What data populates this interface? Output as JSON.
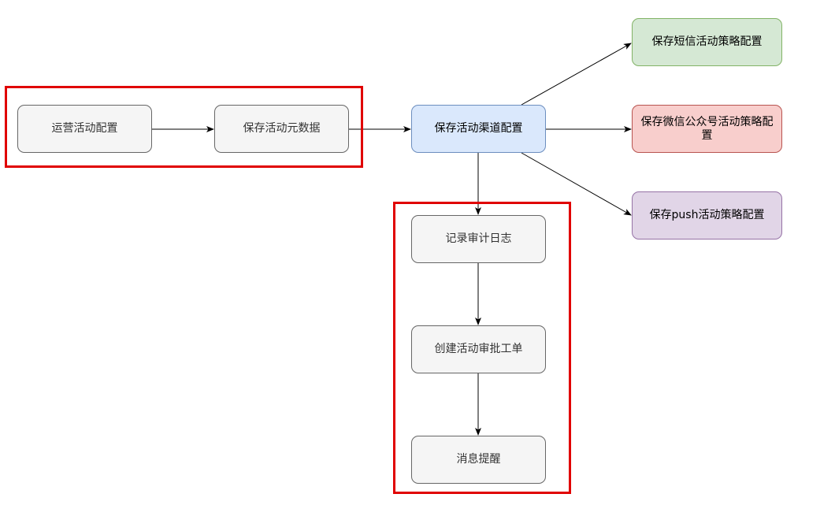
{
  "nodes": {
    "ops_config": "运营活动配置",
    "save_meta": "保存活动元数据",
    "save_channel": "保存活动渠道配置",
    "save_sms": "保存短信活动策略配置",
    "save_wechat": "保存微信公众号活动策略配置",
    "save_push": "保存push活动策略配置",
    "audit_log": "记录审计日志",
    "approval_ticket": "创建活动审批工单",
    "message_remind": "消息提醒"
  },
  "colors": {
    "arrow": "#000000",
    "highlight": "#e00000",
    "neutral_fill": "#f5f5f5",
    "blue_fill": "#dae8fc",
    "green_fill": "#d5e8d4",
    "red_fill": "#f8cecc",
    "purple_fill": "#e1d5e7"
  }
}
